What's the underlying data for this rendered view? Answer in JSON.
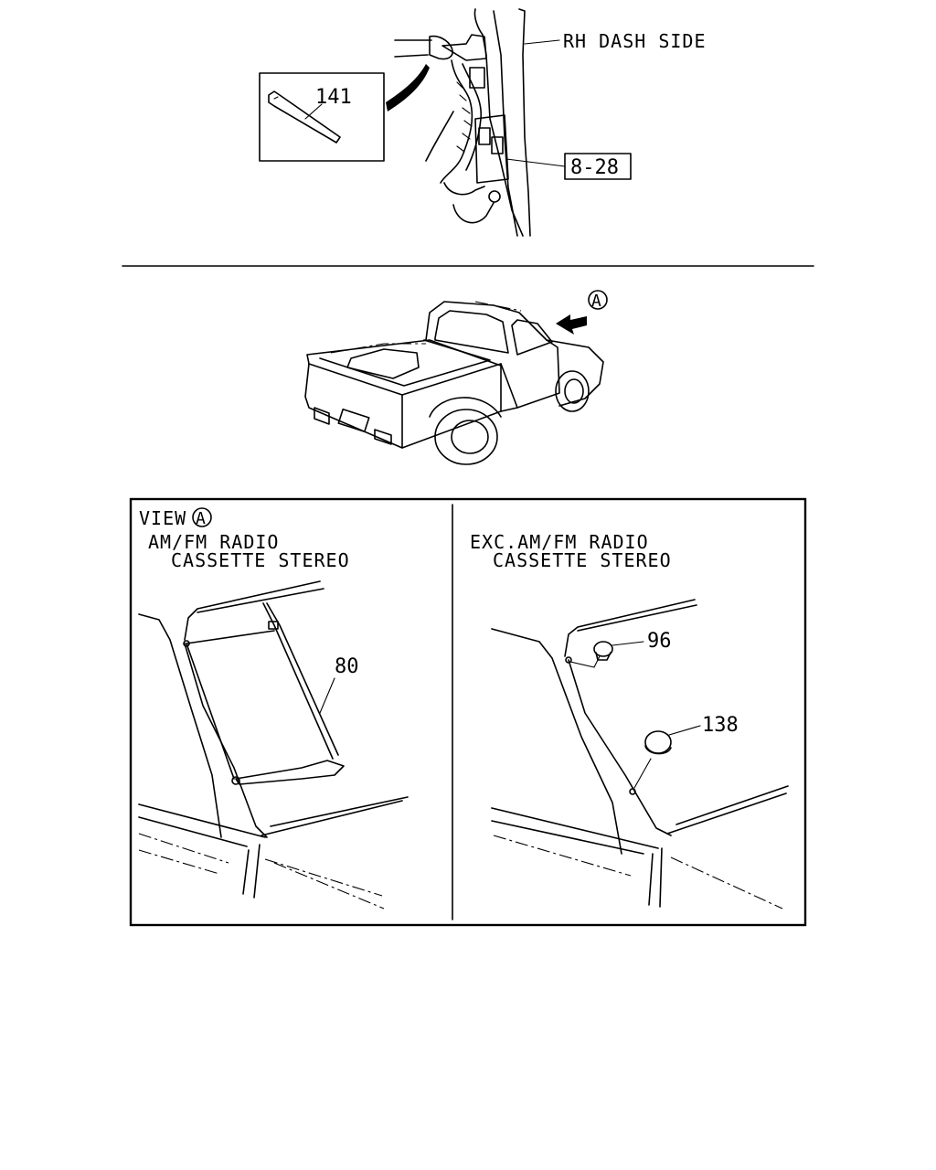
{
  "top_detail": {
    "location_label": "RH DASH SIDE",
    "part_141": "141",
    "ref_box": "8-28"
  },
  "truck_view": {
    "view_marker": "A"
  },
  "view_panel": {
    "view_word": "VIEW",
    "view_marker": "A",
    "left": {
      "title_line1": "AM/FM RADIO",
      "title_line2": "CASSETTE STEREO",
      "part_80": "80"
    },
    "right": {
      "title_line1": "EXC.AM/FM RADIO",
      "title_line2": "CASSETTE STEREO",
      "part_96": "96",
      "part_138": "138"
    }
  }
}
